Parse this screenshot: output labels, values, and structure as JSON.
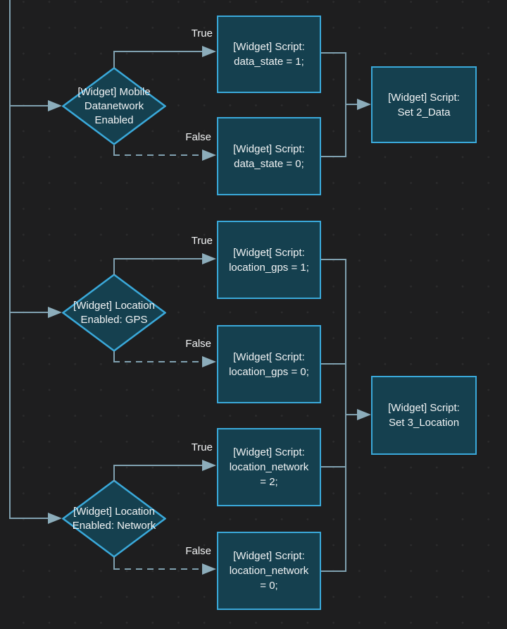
{
  "colors": {
    "background": "#1e1e1f",
    "node_fill": "#15404f",
    "node_border": "#3aa9da",
    "connector": "#80a1b0",
    "arrowhead": "#8cadbb",
    "text": "#f2f4f5"
  },
  "nodes": {
    "decision_mobile_datanetwork": {
      "label": "[Widget] Mobile\nDatanetwork\nEnabled"
    },
    "script_data_state_1": {
      "label": "[Widget] Script:\ndata_state = 1;"
    },
    "script_data_state_0": {
      "label": "[Widget] Script:\ndata_state = 0;"
    },
    "script_set_2_data": {
      "label": "[Widget] Script:\nSet 2_Data"
    },
    "decision_location_gps": {
      "label": "[Widget] Location\nEnabled: GPS"
    },
    "script_location_gps_1": {
      "label": "[Widget[ Script:\nlocation_gps = 1;"
    },
    "script_location_gps_0": {
      "label": "[Widget[ Script:\nlocation_gps = 0;"
    },
    "decision_location_network": {
      "label": "[Widget] Location\nEnabled: Network"
    },
    "script_location_network_2": {
      "label": "[Widget] Script:\nlocation_network\n= 2;"
    },
    "script_location_network_0": {
      "label": "[Widget] Script:\nlocation_network\n= 0;"
    },
    "script_set_3_location": {
      "label": "[Widget] Script:\nSet 3_Location"
    }
  },
  "edges": {
    "mobile_true_label": "True",
    "mobile_false_label": "False",
    "gps_true_label": "True",
    "gps_false_label": "False",
    "network_true_label": "True",
    "network_false_label": "False"
  }
}
